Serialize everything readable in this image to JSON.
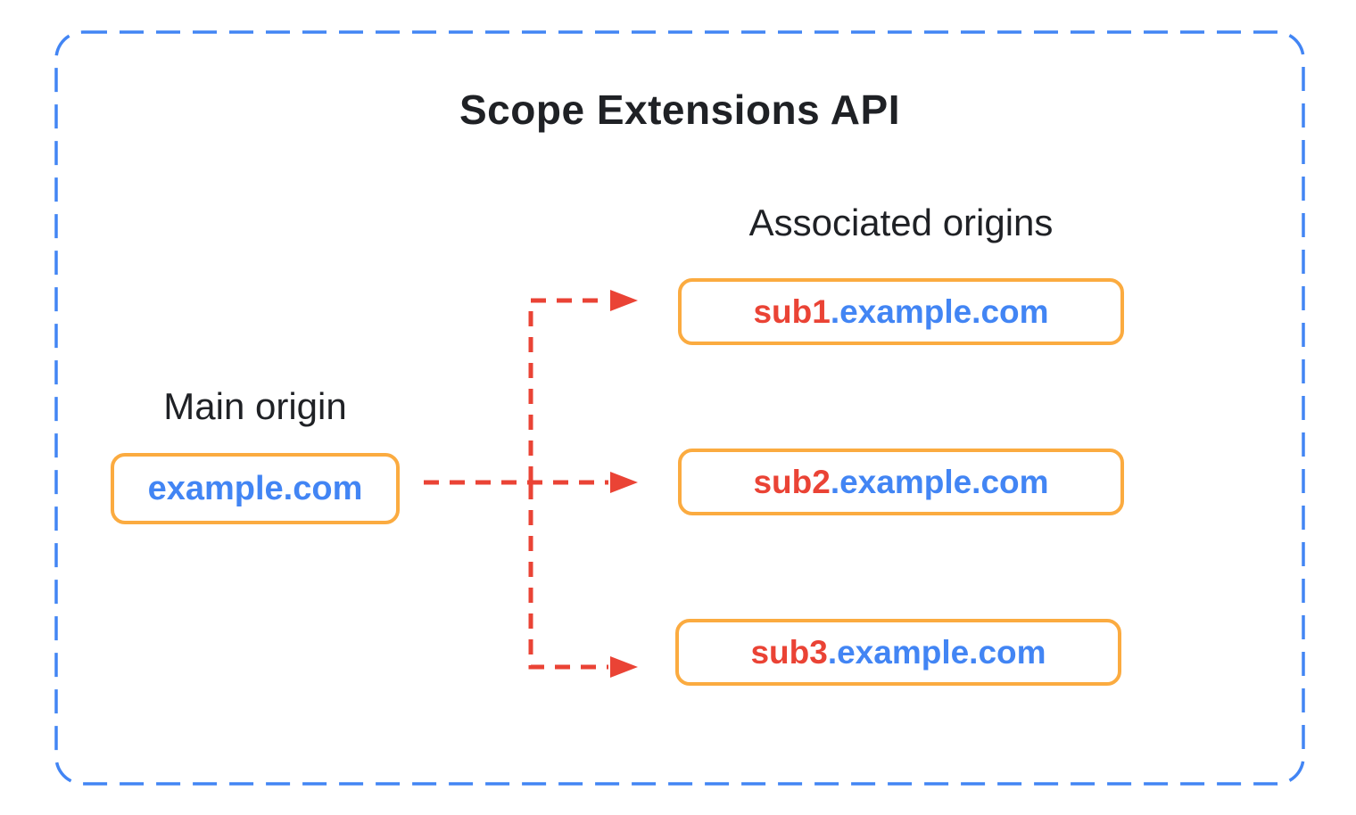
{
  "diagram": {
    "title": "Scope Extensions API",
    "main_origin": {
      "label": "Main origin",
      "domain": "example.com"
    },
    "associated": {
      "label": "Associated origins",
      "origins": [
        {
          "prefix": "sub1",
          "suffix": ".example.com"
        },
        {
          "prefix": "sub2",
          "suffix": ".example.com"
        },
        {
          "prefix": "sub3",
          "suffix": ".example.com"
        }
      ]
    },
    "colors": {
      "outer_border_blue": "#4285F4",
      "box_border_orange": "#FBAB40",
      "arrow_red": "#EA4335",
      "domain_text_blue": "#4285F4",
      "subdomain_text_red": "#EA4335",
      "label_text": "#1f2125"
    }
  }
}
